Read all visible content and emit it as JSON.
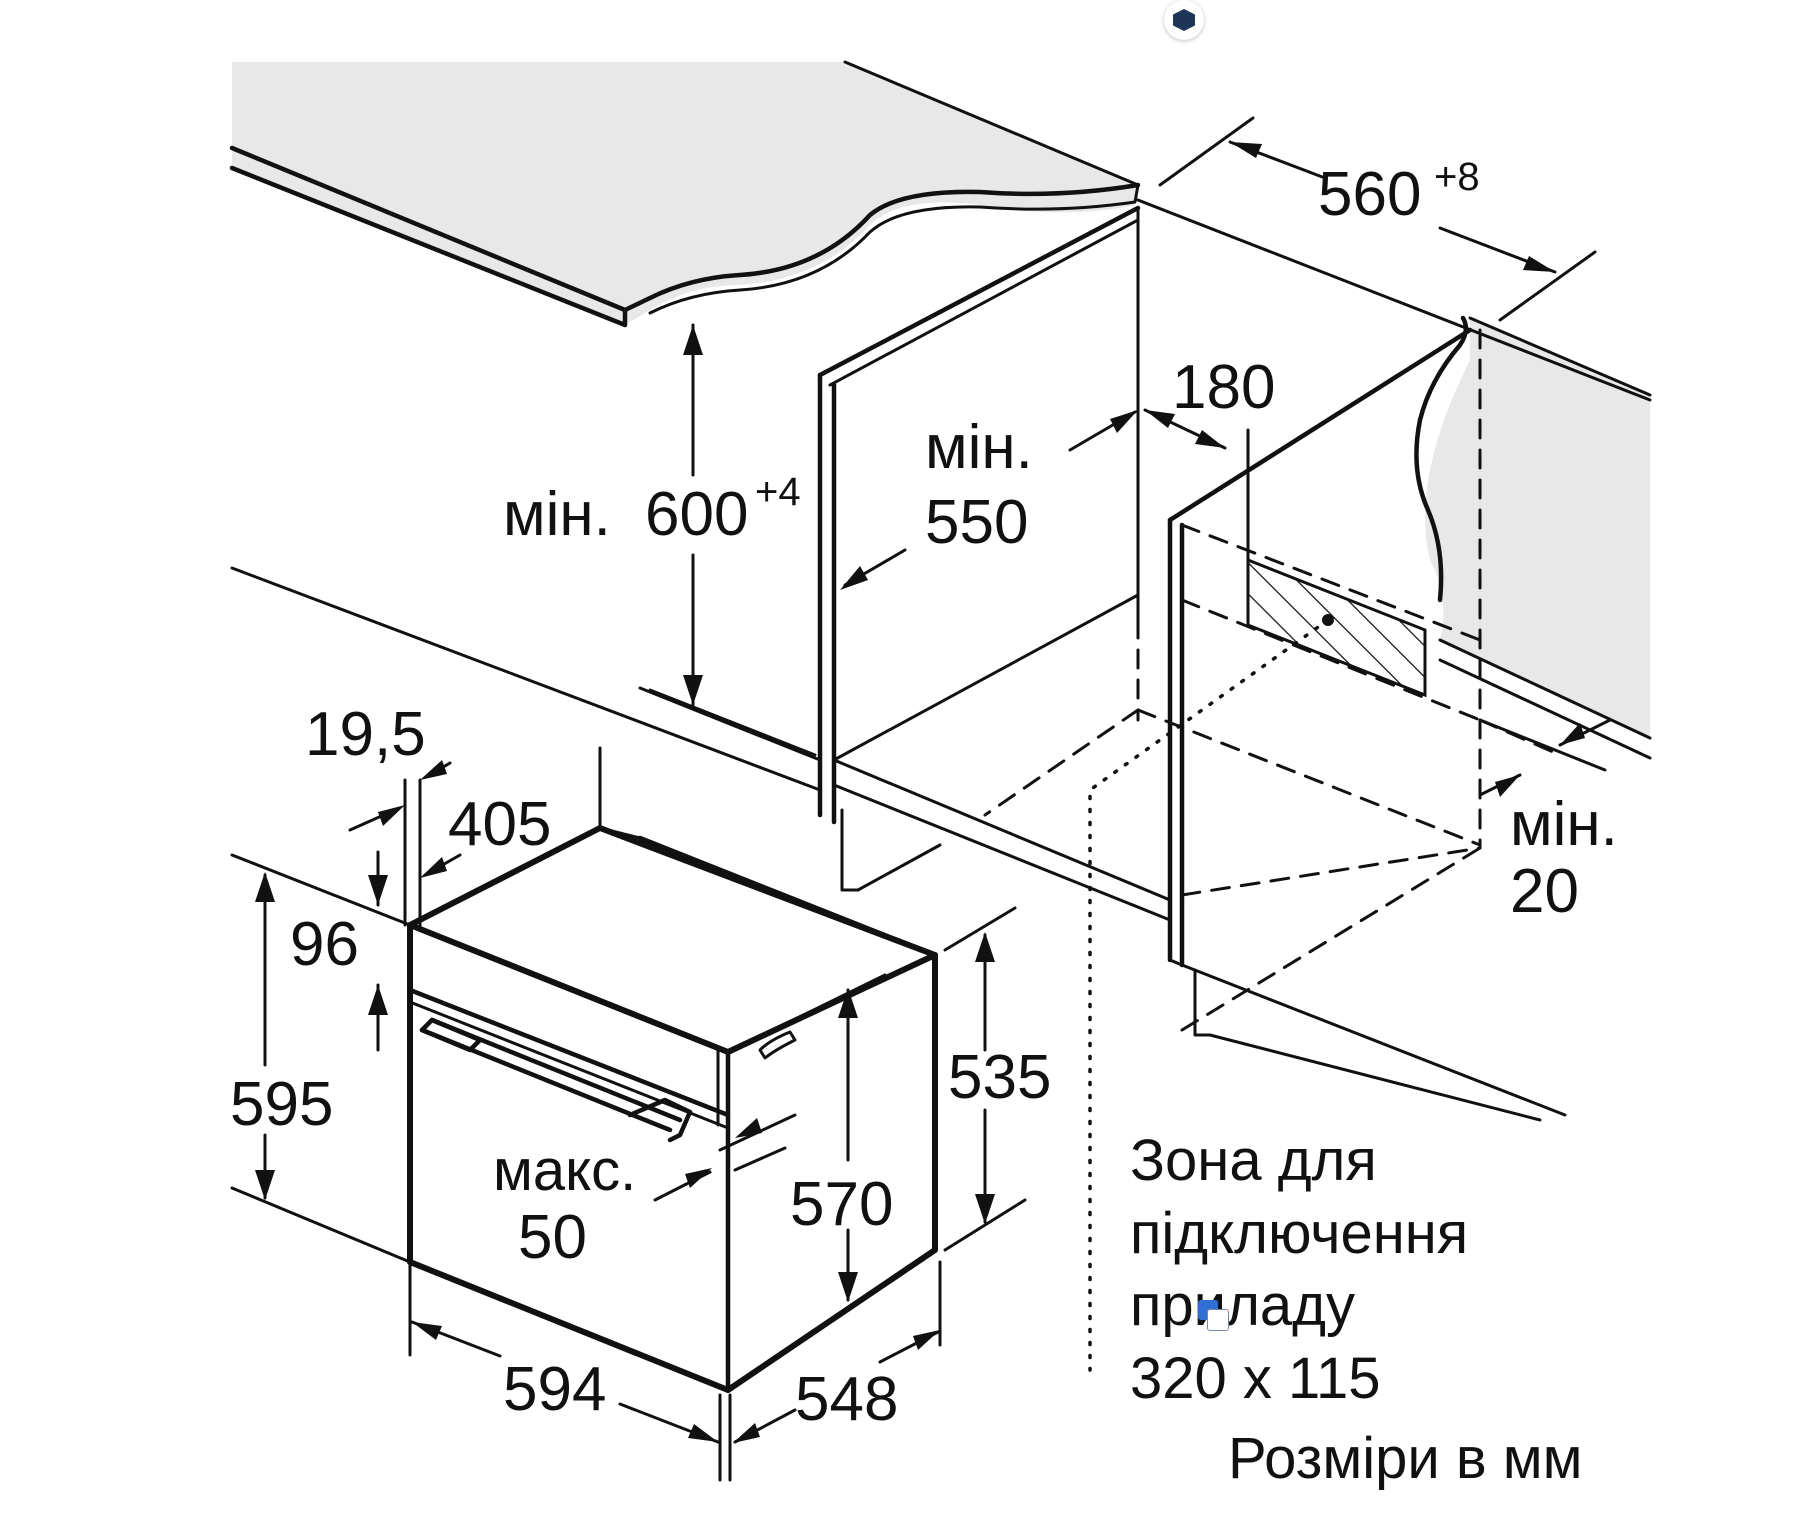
{
  "dimensions": {
    "worktop_height_prefix": "мін.",
    "worktop_height_value": "600",
    "worktop_height_tolerance": "+4",
    "cabinet_width_value": "560",
    "cabinet_width_tolerance": "+8",
    "min_depth_line1": "мін.",
    "min_depth_line2": "550",
    "conn_offset": "180",
    "rear_gap_line1": "мін.",
    "rear_gap_line2": "20",
    "panel_thickness": "19,5",
    "top_depth": "405",
    "control_panel_height": "96",
    "overall_height": "595",
    "body_height": "535",
    "niche_height": "570",
    "door_gap_line1": "макс.",
    "door_gap_line2": "50",
    "overall_width": "594",
    "overall_depth": "548"
  },
  "connection_zone": {
    "line1": "Зона для",
    "line2": "підключення",
    "line3": "приладу",
    "line4": "320 x 115"
  },
  "units_note": "Розміри в мм",
  "icons": {
    "top_badge": "app-logo-icon",
    "translate_badge": "translate-icon"
  },
  "colors": {
    "line": "#111111",
    "worktop_fill": "#e6e6e6",
    "background": "#ffffff",
    "badge_blue": "#2f6fd6"
  }
}
